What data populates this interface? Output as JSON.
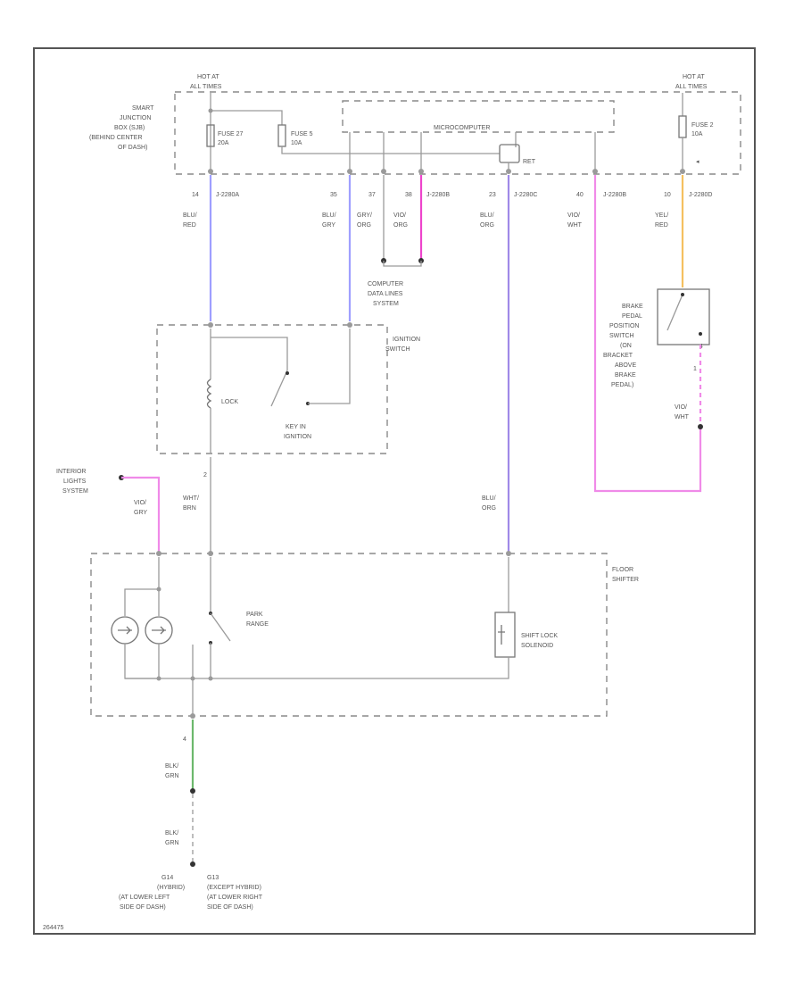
{
  "labels": {
    "hot_at_left": [
      "HOT AT",
      "ALL TIMES"
    ],
    "hot_at_right": [
      "HOT AT",
      "ALL TIMES"
    ],
    "smart_junction": [
      "SMART",
      "JUNCTION",
      "BOX (SJB)",
      "(BEHIND CENTER",
      "OF DASH)"
    ],
    "fuse_27": [
      "FUSE 27",
      "20A"
    ],
    "fuse_5": [
      "FUSE 5",
      "10A"
    ],
    "fuse_2": [
      "FUSE 2",
      "10A"
    ],
    "microcomputer": "MICROCOMPUTER",
    "ret": "RET",
    "computer_data_lines": [
      "COMPUTER",
      "DATA LINES",
      "SYSTEM"
    ],
    "ignition_switch": [
      "IGNITION",
      "SWITCH"
    ],
    "lock": "LOCK",
    "key_in_ignition": [
      "KEY IN",
      "IGNITION"
    ],
    "brake_pedal_switch": [
      "BRAKE",
      "PEDAL",
      "POSITION",
      "SWITCH",
      "(ON",
      "BRACKET",
      "ABOVE",
      "BRAKE",
      "PEDAL)"
    ],
    "interior_lights": [
      "INTERIOR",
      "LIGHTS",
      "SYSTEM"
    ],
    "floor_shifter": [
      "FLOOR",
      "SHIFTER"
    ],
    "park_range": [
      "PARK",
      "RANGE"
    ],
    "shift_lock_solenoid": [
      "SHIFT LOCK",
      "SOLENOID"
    ],
    "ground_g14": [
      "G14",
      "(HYBRID)",
      "(AT LOWER LEFT",
      "SIDE OF DASH)"
    ],
    "ground_g13": [
      "G13",
      "(EXCEPT HYBRID)",
      "(AT LOWER RIGHT",
      "SIDE OF DASH)"
    ],
    "figure_code": "264475"
  },
  "pins": {
    "p14": "14",
    "p35": "35",
    "p37": "37",
    "p38": "38",
    "p23": "23",
    "p40": "40",
    "p10": "10",
    "ign_2": "2",
    "gnd_4": "4",
    "bps_4": "4",
    "bps_1": "1"
  },
  "connectors": {
    "c1": "J-2280A",
    "c2": "J-2280B",
    "c3": "J-2280C",
    "c4": "J-2280B",
    "c5": "J-2280D"
  },
  "wires": {
    "w14": [
      "BLU/",
      "RED"
    ],
    "w35": [
      "BLU/",
      "GRY"
    ],
    "w37": [
      "GRY/",
      "ORG"
    ],
    "w38": [
      "VIO/",
      "ORG"
    ],
    "w23": [
      "BLU/",
      "ORG"
    ],
    "w40": [
      "VIO/",
      "WHT"
    ],
    "w10": [
      "YEL/",
      "RED"
    ],
    "wbps": [
      "VIO/",
      "WHT"
    ],
    "wint": [
      "VIO/",
      "GRY"
    ],
    "wign": [
      "WHT/",
      "BRN"
    ],
    "wsol": [
      "BLU/",
      "ORG"
    ],
    "wgnd1": [
      "BLK/",
      "GRN"
    ],
    "wgnd2": [
      "BLK/",
      "GRN"
    ]
  },
  "colors": {
    "blu_red": "#9f9fff",
    "blu_org": "#a08ae8",
    "vio_org": "#ee44cc",
    "vio_wht": "#f08ae8",
    "yel_red": "#f5c060",
    "blk_grn": "#6cb86c"
  }
}
